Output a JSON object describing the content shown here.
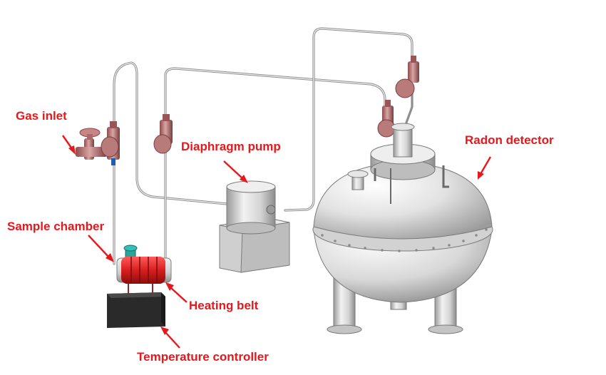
{
  "labels": {
    "gas_inlet": "Gas inlet",
    "diaphragm_pump": "Diaphragm pump",
    "radon_detector": "Radon detector",
    "sample_chamber": "Sample chamber",
    "heating_belt": "Heating belt",
    "temperature_controller": "Temperature controller"
  },
  "colors": {
    "label": "#e8171b",
    "heating_belt": "#d81e1e",
    "valve": "#b56b6b",
    "metal": "#d9d9d9",
    "controller": "#2a2a2a"
  }
}
